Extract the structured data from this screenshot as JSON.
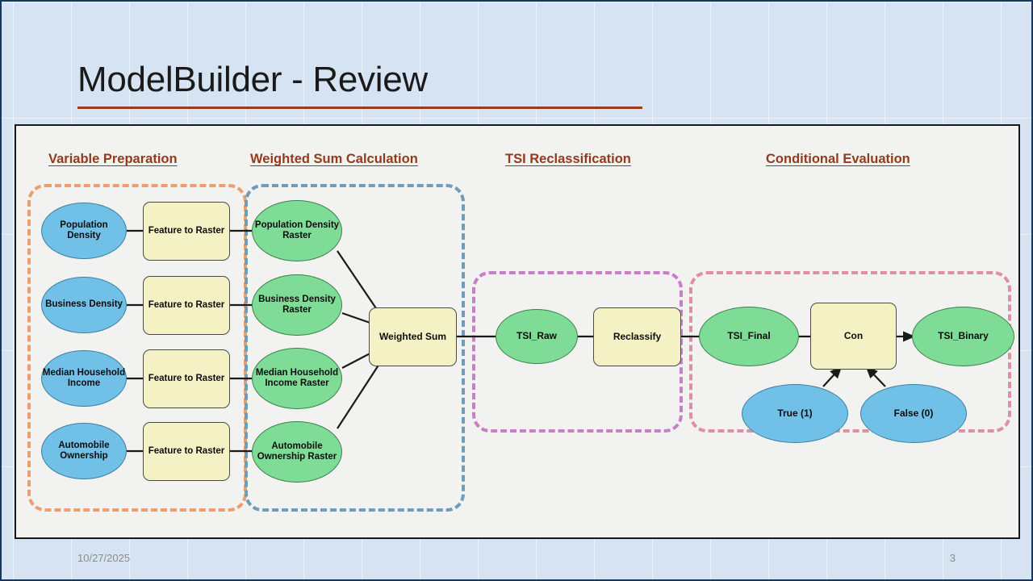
{
  "slide": {
    "title": "ModelBuilder - Review",
    "accent_color": "#963f1e",
    "background_color": "#d6e3f2",
    "panel_color": "#f2f2f1"
  },
  "footer": {
    "date": "10/27/2025",
    "page_number": "3"
  },
  "sections": [
    {
      "id": "variable-preparation",
      "label": "Variable Preparation",
      "border_color": "#eb9f6f"
    },
    {
      "id": "weighted-sum",
      "label": "Weighted Sum Calculation",
      "border_color": "#6e9cbb"
    },
    {
      "id": "tsi-reclassification",
      "label": "TSI Reclassification",
      "border_color": "#c77fc8"
    },
    {
      "id": "conditional-evaluation",
      "label": "Conditional Evaluation",
      "border_color": "#df8fa4"
    }
  ],
  "nodes": {
    "inputs": [
      {
        "label": "Population Density",
        "shape": "oval",
        "color": "#71c0e8"
      },
      {
        "label": "Business Density",
        "shape": "oval",
        "color": "#71c0e8"
      },
      {
        "label": "Median Household Income",
        "shape": "oval",
        "color": "#71c0e8"
      },
      {
        "label": "Automobile Ownership",
        "shape": "oval",
        "color": "#71c0e8"
      }
    ],
    "tools_feature_to_raster": [
      {
        "label": "Feature to Raster",
        "shape": "rounded-rect",
        "color": "#f4f2c4"
      },
      {
        "label": "Feature to Raster",
        "shape": "rounded-rect",
        "color": "#f4f2c4"
      },
      {
        "label": "Feature to Raster",
        "shape": "rounded-rect",
        "color": "#f4f2c4"
      },
      {
        "label": "Feature to Raster",
        "shape": "rounded-rect",
        "color": "#f4f2c4"
      }
    ],
    "rasters": [
      {
        "label": "Population Density Raster",
        "shape": "oval",
        "color": "#7fdc96"
      },
      {
        "label": "Business Density Raster",
        "shape": "oval",
        "color": "#7fdc96"
      },
      {
        "label": "Median Household Income Raster",
        "shape": "oval",
        "color": "#7fdc96"
      },
      {
        "label": "Automobile Ownership Raster",
        "shape": "oval",
        "color": "#7fdc96"
      }
    ],
    "weighted_sum": {
      "label": "Weighted Sum",
      "shape": "rounded-rect",
      "color": "#f4f2c4"
    },
    "tsi_raw": {
      "label": "TSI_Raw",
      "shape": "oval",
      "color": "#7fdc96"
    },
    "reclassify": {
      "label": "Reclassify",
      "shape": "rounded-rect",
      "color": "#f4f2c4"
    },
    "tsi_final": {
      "label": "TSI_Final",
      "shape": "oval",
      "color": "#7fdc96"
    },
    "con": {
      "label": "Con",
      "shape": "rounded-rect",
      "color": "#f4f2c4"
    },
    "tsi_binary": {
      "label": "TSI_Binary",
      "shape": "oval",
      "color": "#7fdc96"
    },
    "true_value": {
      "label": "True (1)",
      "shape": "oval",
      "color": "#71c0e8"
    },
    "false_value": {
      "label": "False (0)",
      "shape": "oval",
      "color": "#71c0e8"
    }
  }
}
